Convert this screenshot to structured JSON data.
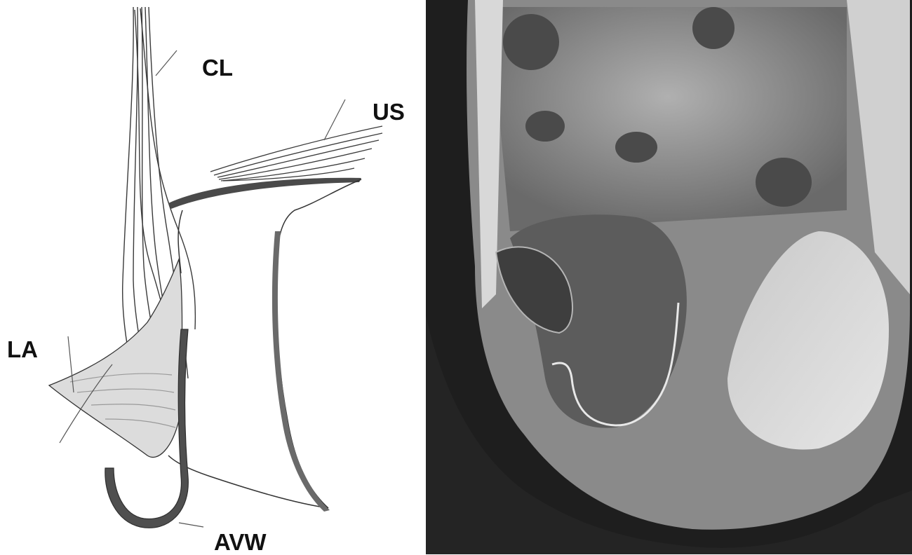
{
  "labels": {
    "cl": "CL",
    "us": "US",
    "la": "LA",
    "avw": "AVW"
  },
  "colors": {
    "background": "#ffffff",
    "line": "#3a3a3a",
    "dark_band": "#555555",
    "mri_background": "#1e1e1e",
    "trace_line": "#e8e8e8"
  }
}
